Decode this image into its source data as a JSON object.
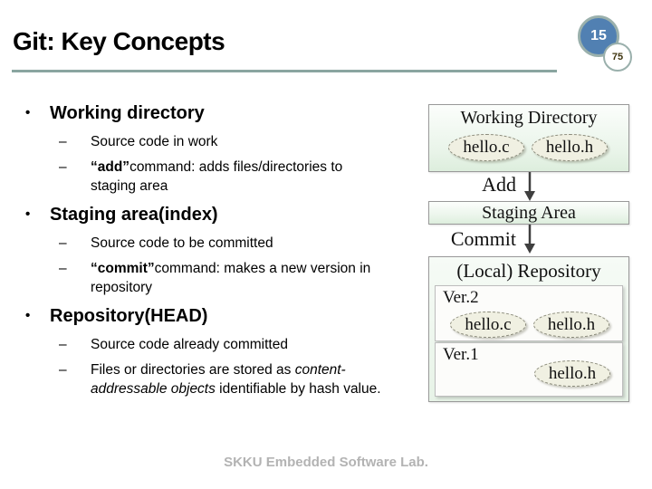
{
  "slide": {
    "title": "Git: Key Concepts",
    "page_number": "15",
    "total_pages": "75",
    "footer": "SKKU Embedded Software Lab."
  },
  "markers": {
    "level1": "•",
    "level2": "–"
  },
  "bullets": [
    {
      "heading": "Working directory",
      "items": [
        {
          "pre": "Source code in work",
          "bold": "",
          "italic": "",
          "post": ""
        },
        {
          "pre": "",
          "bold": "“add”",
          "italic": "",
          "post": "command: adds files/directories to staging area"
        }
      ]
    },
    {
      "heading": "Staging area(index)",
      "items": [
        {
          "pre": "Source code to be committed",
          "bold": "",
          "italic": "",
          "post": ""
        },
        {
          "pre": "",
          "bold": "“commit”",
          "italic": "",
          "post": "command: makes a new version in repository"
        }
      ]
    },
    {
      "heading": "Repository(HEAD)",
      "items": [
        {
          "pre": "Source code already committed",
          "bold": "",
          "italic": "",
          "post": ""
        },
        {
          "pre": "Files or directories are stored as ",
          "bold": "",
          "italic": "content-addressable objects",
          "post": " identifiable by hash value."
        }
      ]
    }
  ],
  "diagram": {
    "working_directory": {
      "title": "Working Directory",
      "files": [
        "hello.c",
        "hello.h"
      ]
    },
    "add_label": "Add",
    "staging_area": {
      "title": "Staging Area"
    },
    "commit_label": "Commit",
    "repository": {
      "title": "(Local) Repository",
      "versions": [
        {
          "label": "Ver.2",
          "files": [
            "hello.c",
            "hello.h"
          ]
        },
        {
          "label": "Ver.1",
          "files": [
            "hello.h"
          ]
        }
      ]
    }
  },
  "colors": {
    "accent_line": "#8aa5a0",
    "circle_border": "#9ab0ac",
    "page_circle_fill": "#5180b2",
    "page_circle_text": "#ffffff",
    "total_circle_text": "#3f350f",
    "ellipse_fill": "#f0f0e2",
    "arrow": "#3f3f3f",
    "footer_text": "#b3b3b3"
  }
}
